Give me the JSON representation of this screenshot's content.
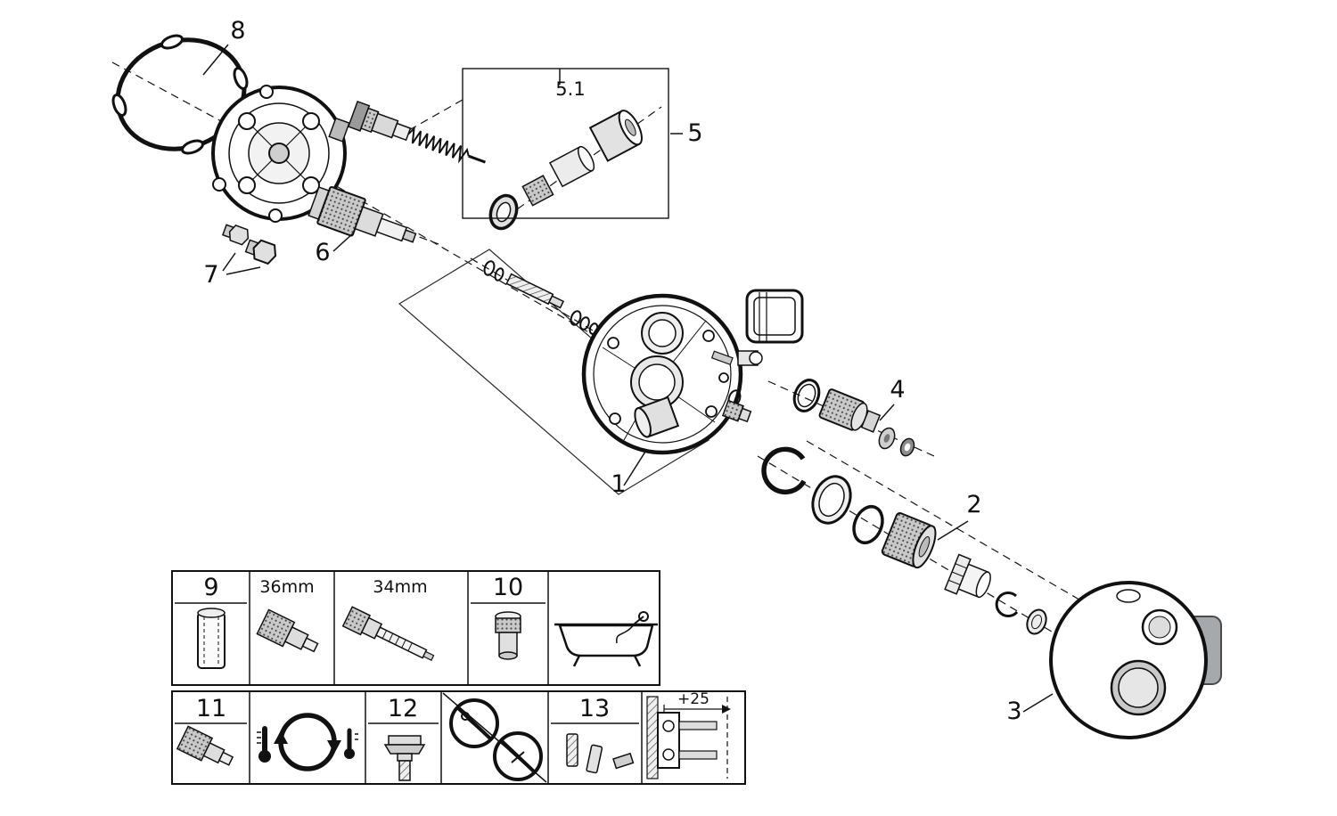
{
  "callouts": {
    "c1": "1",
    "c2": "2",
    "c3": "3",
    "c4": "4",
    "c5": "5",
    "c5_1": "5.1",
    "c6": "6",
    "c7": "7",
    "c8": "8",
    "c9": "9",
    "c10": "10",
    "c11": "11",
    "c12": "12",
    "c13": "13"
  },
  "dimensions": {
    "d36": "36mm",
    "d34": "34mm",
    "offset": "+25"
  },
  "icons": {
    "bathtub": "bathtub-icon",
    "temperature_cycle": "temperature-cycle-icon",
    "no_wrench": "no-wrench-icon",
    "no_pliers": "no-pliers-icon"
  },
  "colors": {
    "line": "#141414",
    "metal_light": "#e6e6e6",
    "metal_mid": "#cfcfcf",
    "bracket_grey": "#a6a9ab"
  }
}
